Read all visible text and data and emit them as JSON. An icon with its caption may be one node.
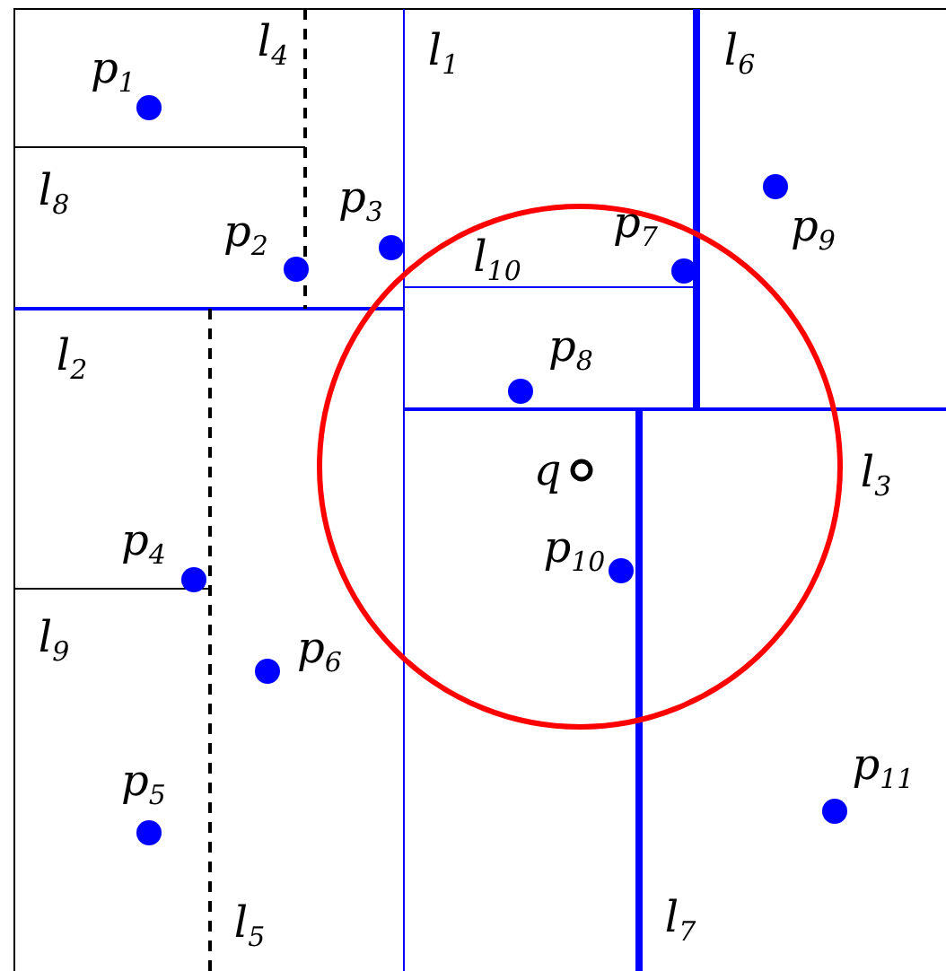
{
  "diagram": {
    "labels": [
      "l$_{4}$",
      "l$_{1}$",
      "l$_{6}$",
      "p$_{1}$",
      "l$_{8}$",
      "p$_{3}$",
      "p$_{7}$",
      "p$_{9}$",
      "p$_{2}$",
      "l$_{10}$",
      "p$_{8}$",
      "l$_{2}$",
      "q",
      "l$_{3}$",
      "p$_{4}$",
      "p$_{10}$",
      "l$_{9}$",
      "p$_{6}$",
      "p$_{11}$",
      "p$_{5}$",
      "l$_{7}$",
      "l$_{5}$"
    ]
  }
}
